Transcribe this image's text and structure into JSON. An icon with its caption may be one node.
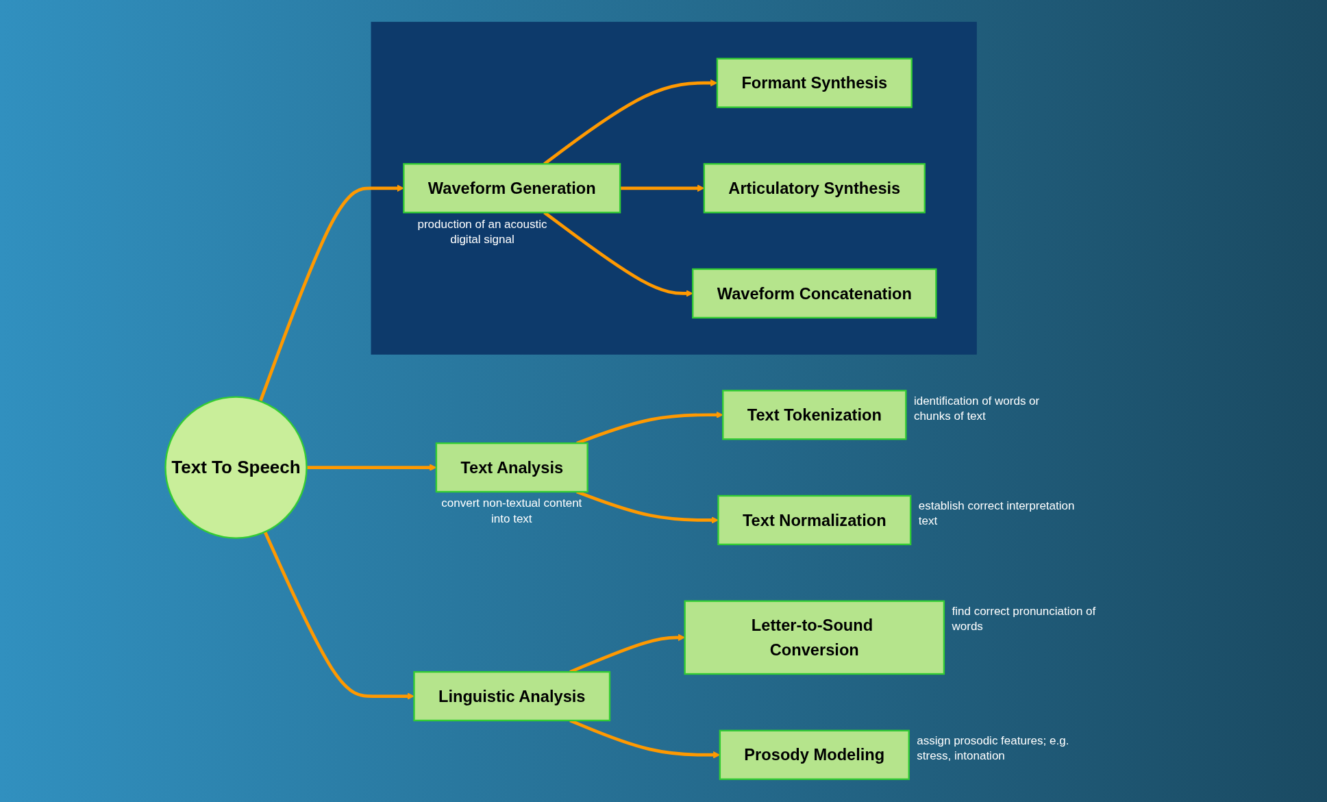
{
  "diagram": {
    "nodes": [
      {
        "text": [
          "Text To Speech"
        ]
      },
      {
        "text": [
          "Text Analysis"
        ],
        "beside": [
          "convert non-textual content into text"
        ]
      },
      {
        "text": [
          "Text Tokenization"
        ],
        "beside": [
          "identification of words or chunks of text"
        ]
      },
      {
        "text": [
          "Text Normalization"
        ],
        "beside": [
          "establish correct interpretation text"
        ]
      },
      {
        "text": [
          "Linguistic Analysis"
        ]
      },
      {
        "text": [
          "Letter-to-Sound Conversion"
        ],
        "beside": [
          "find correct pronunciation of words"
        ]
      },
      {
        "text": [
          "Prosody Modeling"
        ],
        "beside": [
          "assign prosodic features; e.g. stress, intonation"
        ]
      },
      {
        "text": [],
        "shape": "box"
      },
      {
        "text": [
          "Waveform Generation"
        ],
        "in": 7,
        "beside": [
          "production of an acoustic digital signal"
        ]
      },
      {
        "text": [
          "Formant Synthesis"
        ],
        "in": 7
      },
      {
        "text": [
          "Articulatory Synthesis"
        ],
        "in": 7
      },
      {
        "text": [
          "Waveform Concatenation"
        ],
        "in": 7
      }
    ],
    "edges": [
      {
        "from": 0,
        "to": 1,
        "arrow": "to"
      },
      {
        "from": 0,
        "to": 4,
        "arrow": "to"
      },
      {
        "from": 0,
        "to": 8,
        "arrow": "to"
      },
      {
        "from": 1,
        "to": 2,
        "arrow": "to"
      },
      {
        "from": 1,
        "to": 3,
        "arrow": "to"
      },
      {
        "from": 4,
        "to": 5,
        "arrow": "to"
      },
      {
        "from": 4,
        "to": 6,
        "arrow": "to"
      },
      {
        "from": 8,
        "to": 9,
        "arrow": "to"
      },
      {
        "from": 8,
        "to": 10,
        "arrow": "to"
      },
      {
        "from": 8,
        "to": 11,
        "arrow": "to"
      }
    ]
  }
}
